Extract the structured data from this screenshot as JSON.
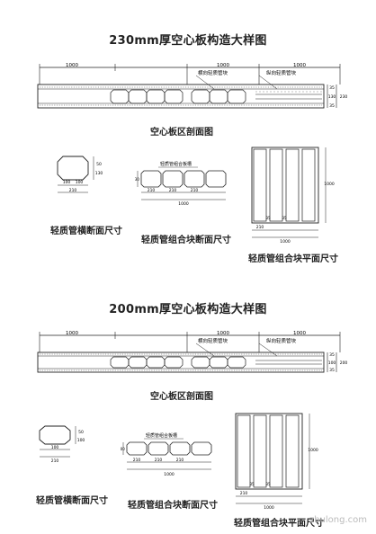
{
  "section1": {
    "title": "230mm厚空心板构造大样图",
    "section_caption": "空心板区剖面图",
    "label_transverse": "横向轻质管块",
    "label_longitudinal": "纵向轻质管块",
    "dims_top": [
      "1000",
      "1000",
      "1000"
    ],
    "dims_right": [
      "35",
      "130",
      "35"
    ],
    "dims_right_total": "230",
    "pipe_caption": "轻质管横断面尺寸",
    "pipe_dims": {
      "w1": "100",
      "w2": "100",
      "w3": "210",
      "h1": "50",
      "h2": "130"
    },
    "combo_caption": "轻质管组合块断面尺寸",
    "combo_label": "轻质管组合板槽",
    "combo_dims": {
      "d1": "210",
      "d2": "210",
      "d3": "210",
      "total": "1000",
      "h": "130"
    },
    "plan_caption": "轻质管组合块平面尺寸",
    "plan_dims": {
      "a": "210",
      "b": "35",
      "c": "35",
      "total": "1000",
      "height": "1000"
    }
  },
  "section2": {
    "title": "200mm厚空心板构造大样图",
    "section_caption": "空心板区剖面图",
    "label_transverse": "横向轻质管块",
    "label_longitudinal": "纵向轻质管块",
    "dims_top": [
      "1000",
      "1000",
      "1000"
    ],
    "dims_right": [
      "35",
      "100",
      "35"
    ],
    "dims_right_total": "200",
    "pipe_caption": "轻质管横断面尺寸",
    "pipe_dims": {
      "w1": "100",
      "w3": "210",
      "h1": "50",
      "h2": "100"
    },
    "combo_caption": "轻质管组合块断面尺寸",
    "combo_label": "轻质管组合板槽",
    "combo_dims": {
      "d1": "210",
      "d2": "210",
      "d3": "210",
      "total": "1000",
      "h": "100"
    },
    "plan_caption": "轻质管组合块平面尺寸",
    "plan_dims": {
      "a": "210",
      "b": "35",
      "c": "35",
      "total": "1000",
      "height": "1000"
    }
  },
  "watermark": "zhulong.com"
}
